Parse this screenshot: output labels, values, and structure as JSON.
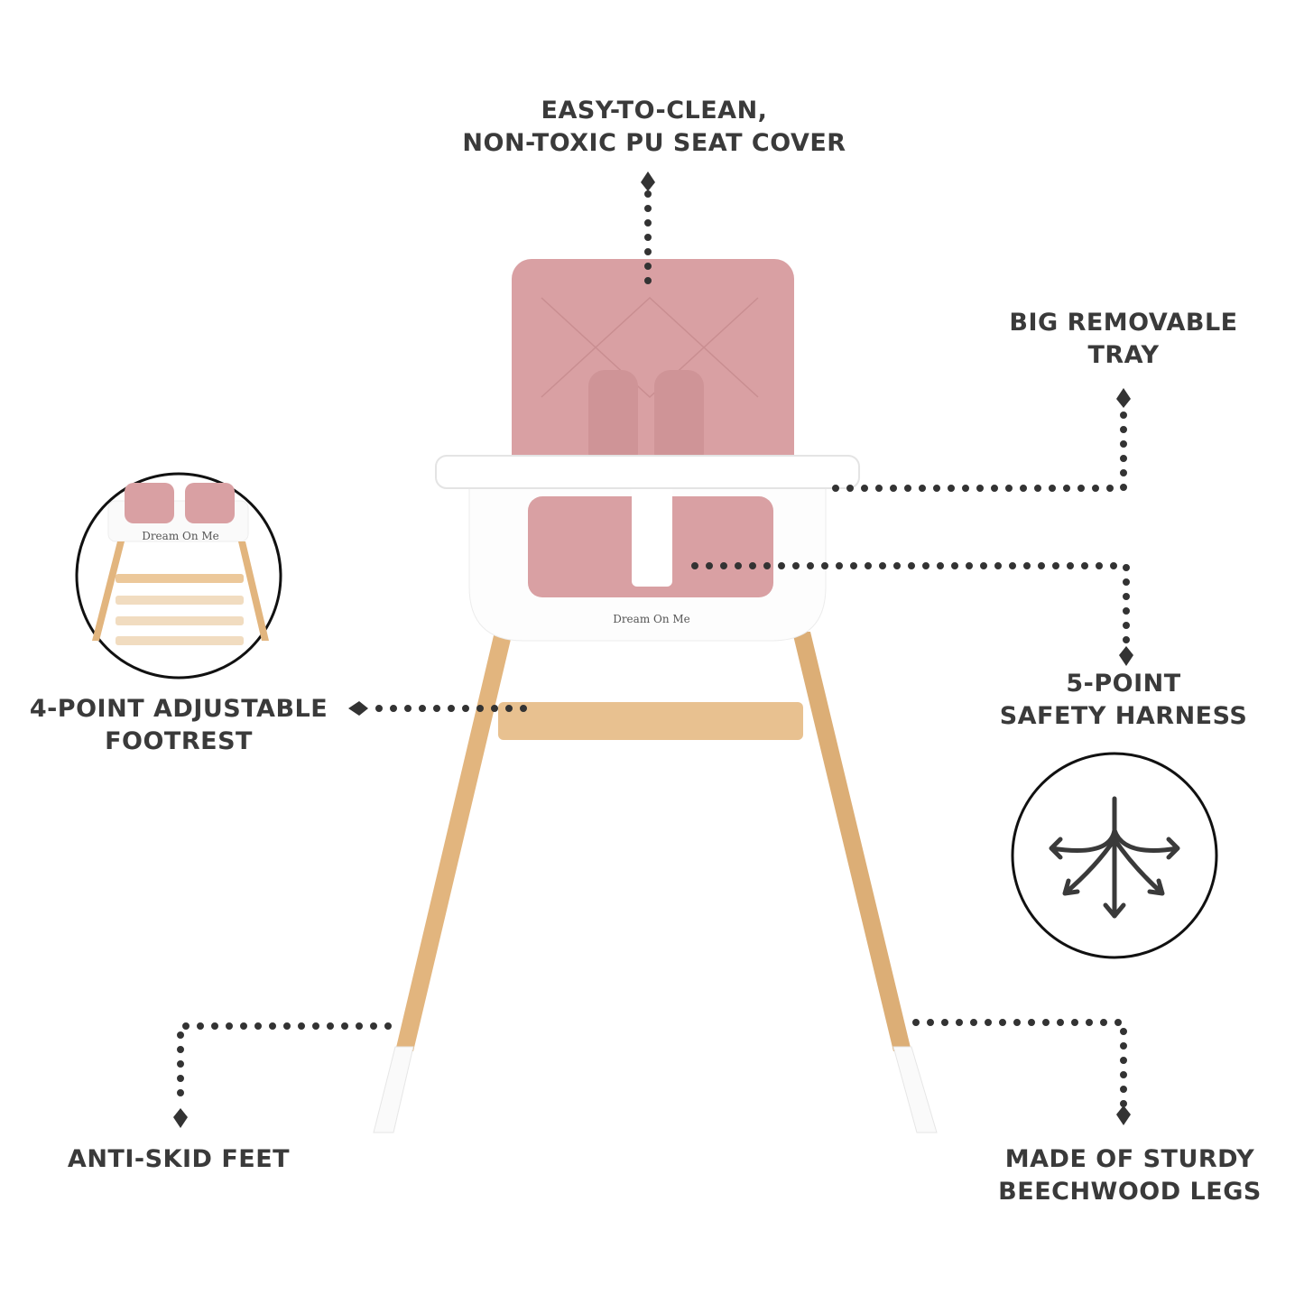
{
  "callouts": {
    "seat_cover": {
      "line1": "EASY-TO-CLEAN,",
      "line2": "NON-TOXIC PU SEAT COVER"
    },
    "tray": {
      "line1": "BIG REMOVABLE",
      "line2": "TRAY"
    },
    "harness": {
      "line1": "5-POINT",
      "line2": "SAFETY HARNESS"
    },
    "footrest": {
      "line1": "4-POINT ADJUSTABLE",
      "line2": "FOOTREST"
    },
    "feet": {
      "line1": "ANTI-SKID FEET"
    },
    "legs": {
      "line1": "MADE OF STURDY",
      "line2": "BEECHWOOD LEGS"
    }
  },
  "brand": "Dream On Me",
  "colors": {
    "text": "#3a3a3a",
    "seat_pink": "#d9a0a3",
    "wood": "#e2b57e",
    "dots": "#333333"
  },
  "icons": [
    "harness-arrows-icon",
    "footrest-inset-image"
  ]
}
